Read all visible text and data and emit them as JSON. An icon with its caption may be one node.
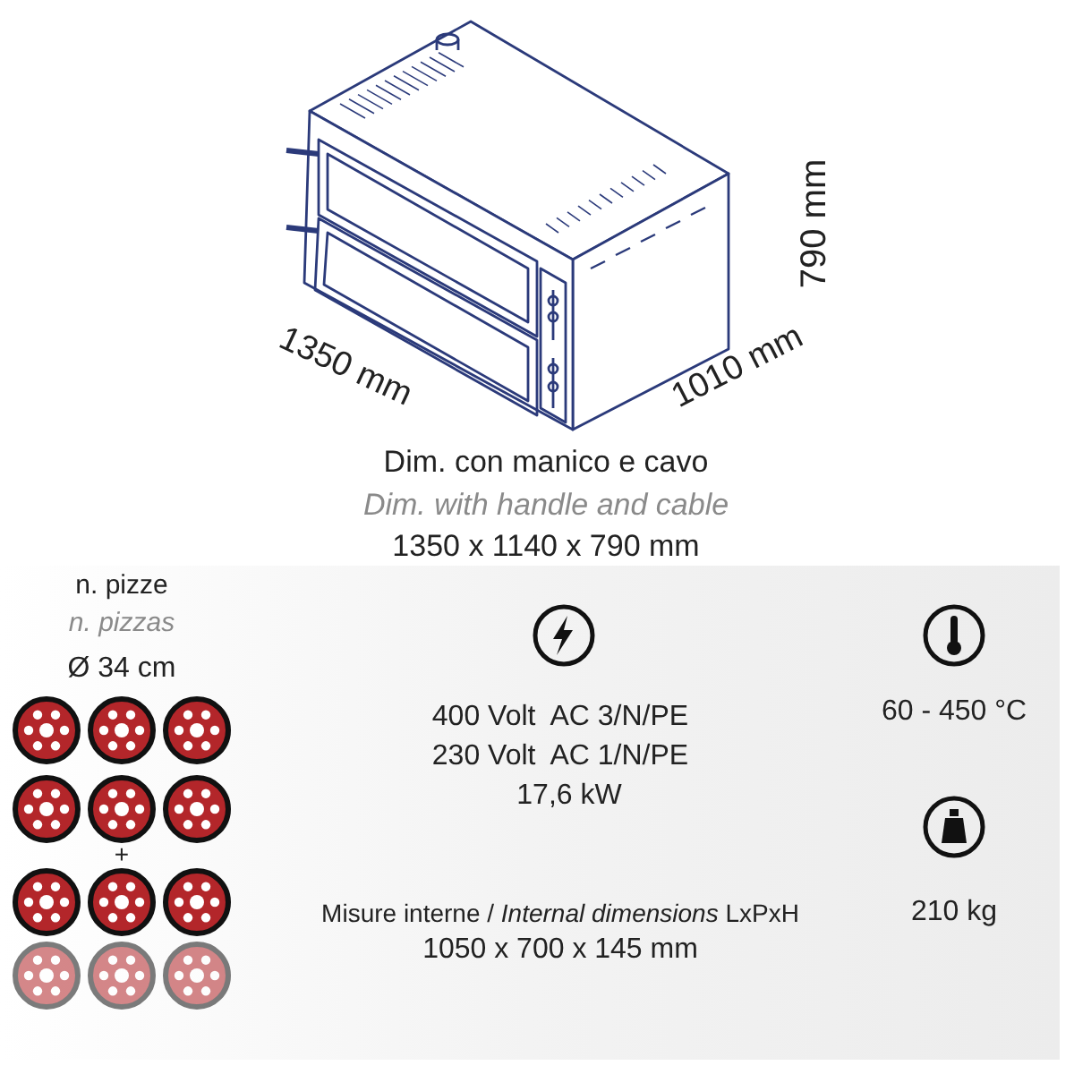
{
  "diagram": {
    "labels": [
      "790 mm",
      "1350 mm",
      "1010 mm",
      "Dim. con manico e cavo",
      "Dim. with handle and cable",
      "1350 x 1140 x 790 mm",
      "n. pizze",
      "n. pizzas",
      "Ø 34 cm",
      "400 Volt  AC 3/N/PE",
      "230 Volt  AC 1/N/PE",
      "17,6 kW",
      "60 - 450 °C",
      "+",
      "210 kg",
      "Misure interne / *Internal dimensions* LxPxH",
      "1050 x 700 x 145 mm"
    ]
  }
}
